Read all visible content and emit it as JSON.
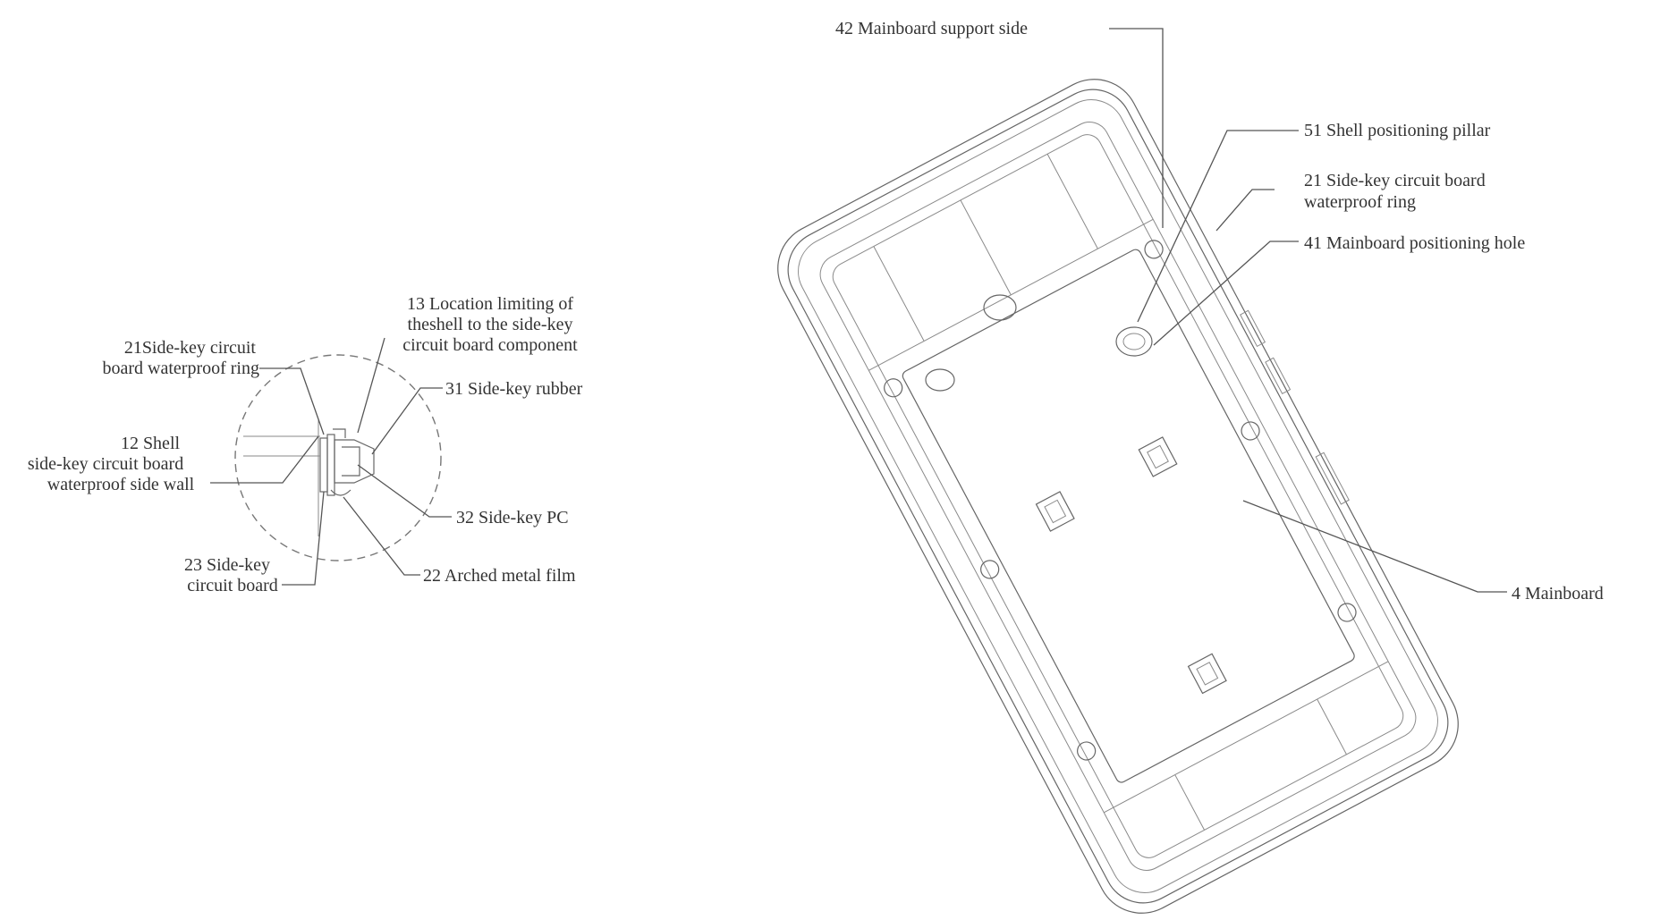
{
  "labels": {
    "l42": "42 Mainboard support side",
    "l51": "51 Shell positioning pillar",
    "l21r_1": "21 Side-key circuit board",
    "l21r_2": "waterproof ring",
    "l41": "41 Mainboard positioning hole",
    "l4": "4 Mainboard",
    "l13_1": "13 Location limiting of",
    "l13_2": "theshell to the side-key",
    "l13_3": "circuit board component",
    "l21l_1": "21Side-key circuit",
    "l21l_2": "board waterproof ring",
    "l31": "31 Side-key rubber",
    "l12_1": "12 Shell",
    "l12_2": "side-key circuit board",
    "l12_3": "waterproof side wall",
    "l32": "32 Side-key PC",
    "l23_1": "23 Side-key",
    "l23_2": "circuit board",
    "l22": "22 Arched metal film"
  }
}
